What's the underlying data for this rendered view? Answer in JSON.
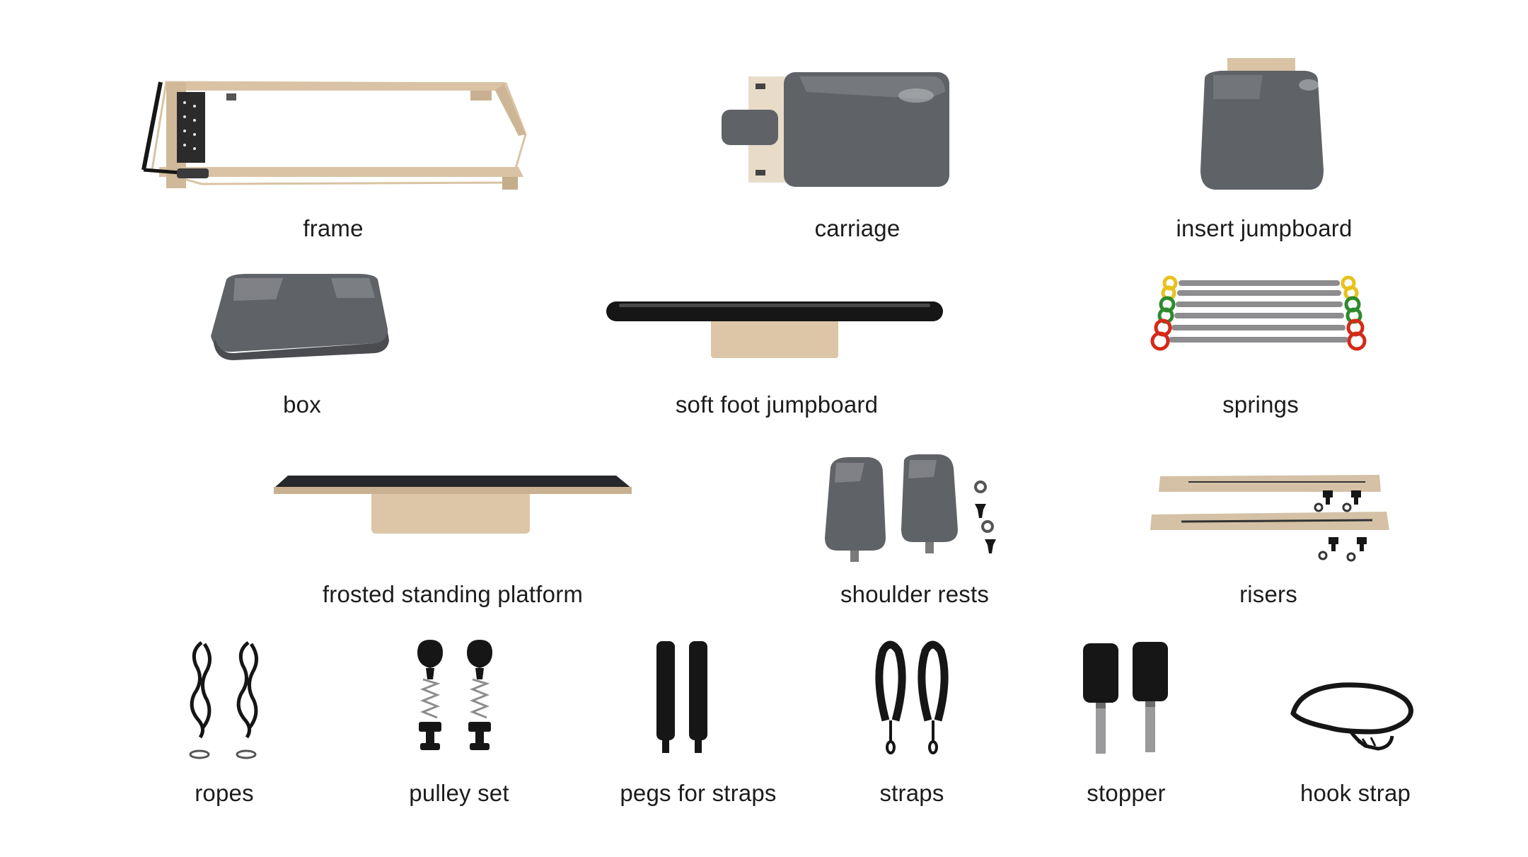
{
  "colors": {
    "wood": "#d9c3a4",
    "upholstery": "#5f6266",
    "metal": "#9a9a9c",
    "black": "#161616",
    "label": "#1c1c1c",
    "spring_yellow": "#e8c21c",
    "spring_green": "#2d8a2d",
    "spring_red": "#d42a1a"
  },
  "parts": [
    {
      "label": "frame",
      "icon": "frame-image"
    },
    {
      "label": "carriage",
      "icon": "carriage-image"
    },
    {
      "label": "insert jumpboard",
      "icon": "insert-jumpboard-image"
    },
    {
      "label": "box",
      "icon": "box-image"
    },
    {
      "label": "soft foot jumpboard",
      "icon": "soft-foot-jumpboard-image"
    },
    {
      "label": "springs",
      "icon": "springs-image"
    },
    {
      "label": "frosted standing platform",
      "icon": "frosted-standing-platform-image"
    },
    {
      "label": "shoulder rests",
      "icon": "shoulder-rests-image"
    },
    {
      "label": "risers",
      "icon": "risers-image"
    },
    {
      "label": "ropes",
      "icon": "ropes-image"
    },
    {
      "label": "pulley set",
      "icon": "pulley-set-image"
    },
    {
      "label": "pegs for straps",
      "icon": "pegs-image"
    },
    {
      "label": "straps",
      "icon": "straps-image"
    },
    {
      "label": "stopper",
      "icon": "stopper-image"
    },
    {
      "label": "hook strap",
      "icon": "hook-strap-image"
    }
  ]
}
